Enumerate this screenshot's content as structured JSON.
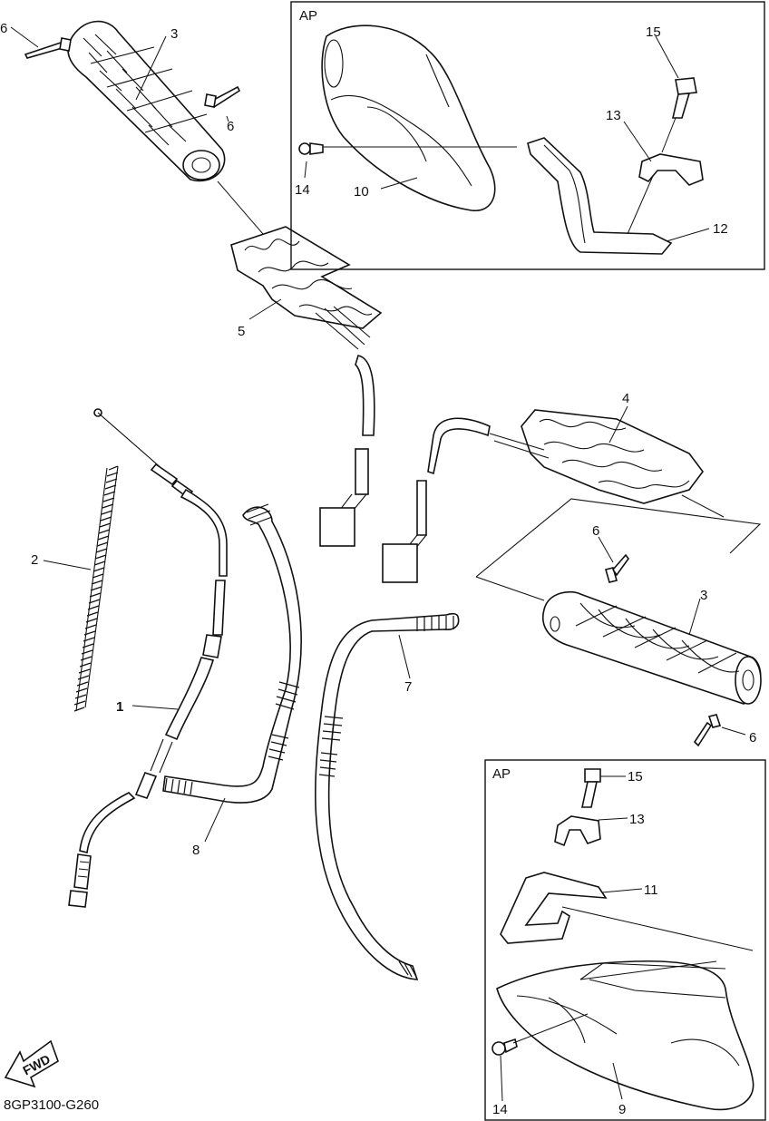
{
  "diagram": {
    "code": "8GP3100-G260",
    "fwd_arrow_text": "FWD",
    "inset_top_tag": "AP",
    "inset_bottom_tag": "AP",
    "callouts": {
      "p1": "1",
      "p2": "2",
      "p3a": "3",
      "p3b": "3",
      "p4": "4",
      "p5": "5",
      "p6a": "6",
      "p6b": "6",
      "p6c": "6",
      "p6d": "6",
      "p7": "7",
      "p8": "8",
      "p9": "9",
      "p10": "10",
      "p11": "11",
      "p12": "12",
      "p13a": "13",
      "p13b": "13",
      "p14a": "14",
      "p14b": "14",
      "p15a": "15",
      "p15b": "15"
    }
  }
}
